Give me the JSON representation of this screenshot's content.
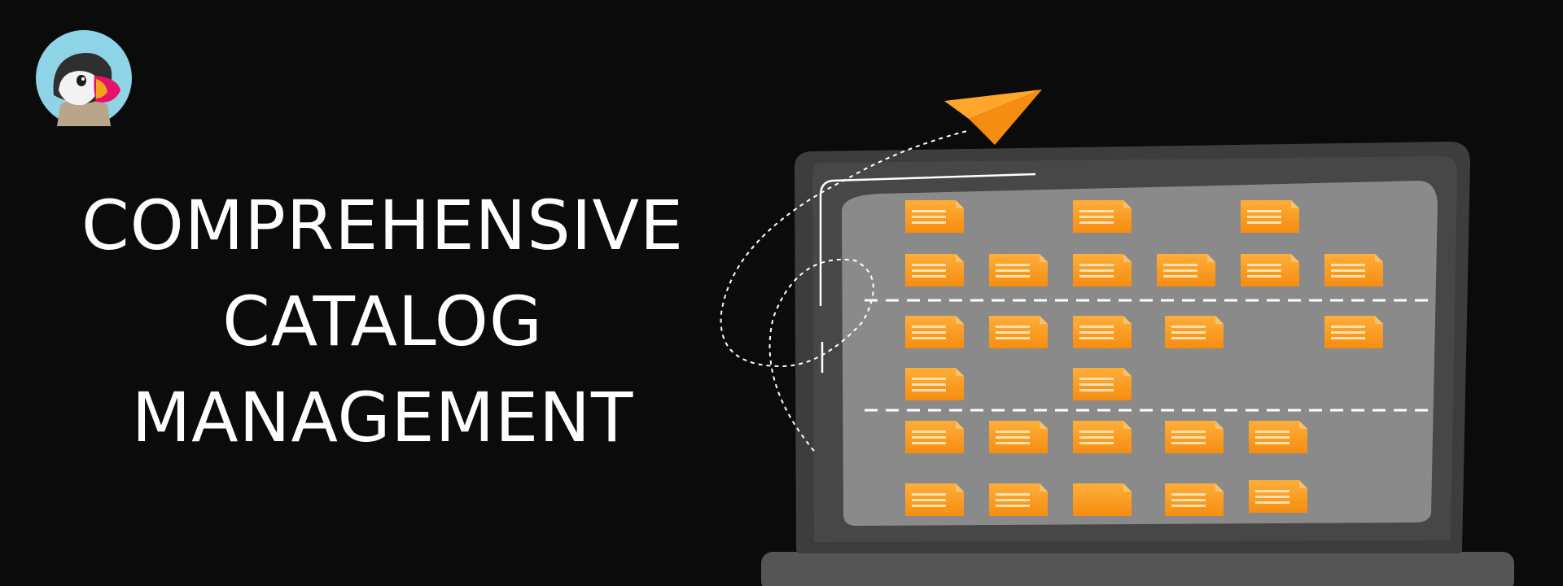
{
  "headline": {
    "line1": "COMPREHENSIVE",
    "line2": "CATALOG",
    "line3": "MANAGEMENT"
  },
  "icons": {
    "logo": "puffin-logo-icon",
    "plane": "paper-plane-icon",
    "folder": "folder-icon"
  },
  "colors": {
    "background": "#0b0b0b",
    "text": "#ffffff",
    "laptop_frame": "#3d3d3d",
    "laptop_bezel": "#474747",
    "screen": "#8a8a8a",
    "folder": "#f7981c",
    "folder_light": "#ffb347",
    "plane": "#f7981c",
    "logo_circle": "#8fd3e6"
  }
}
